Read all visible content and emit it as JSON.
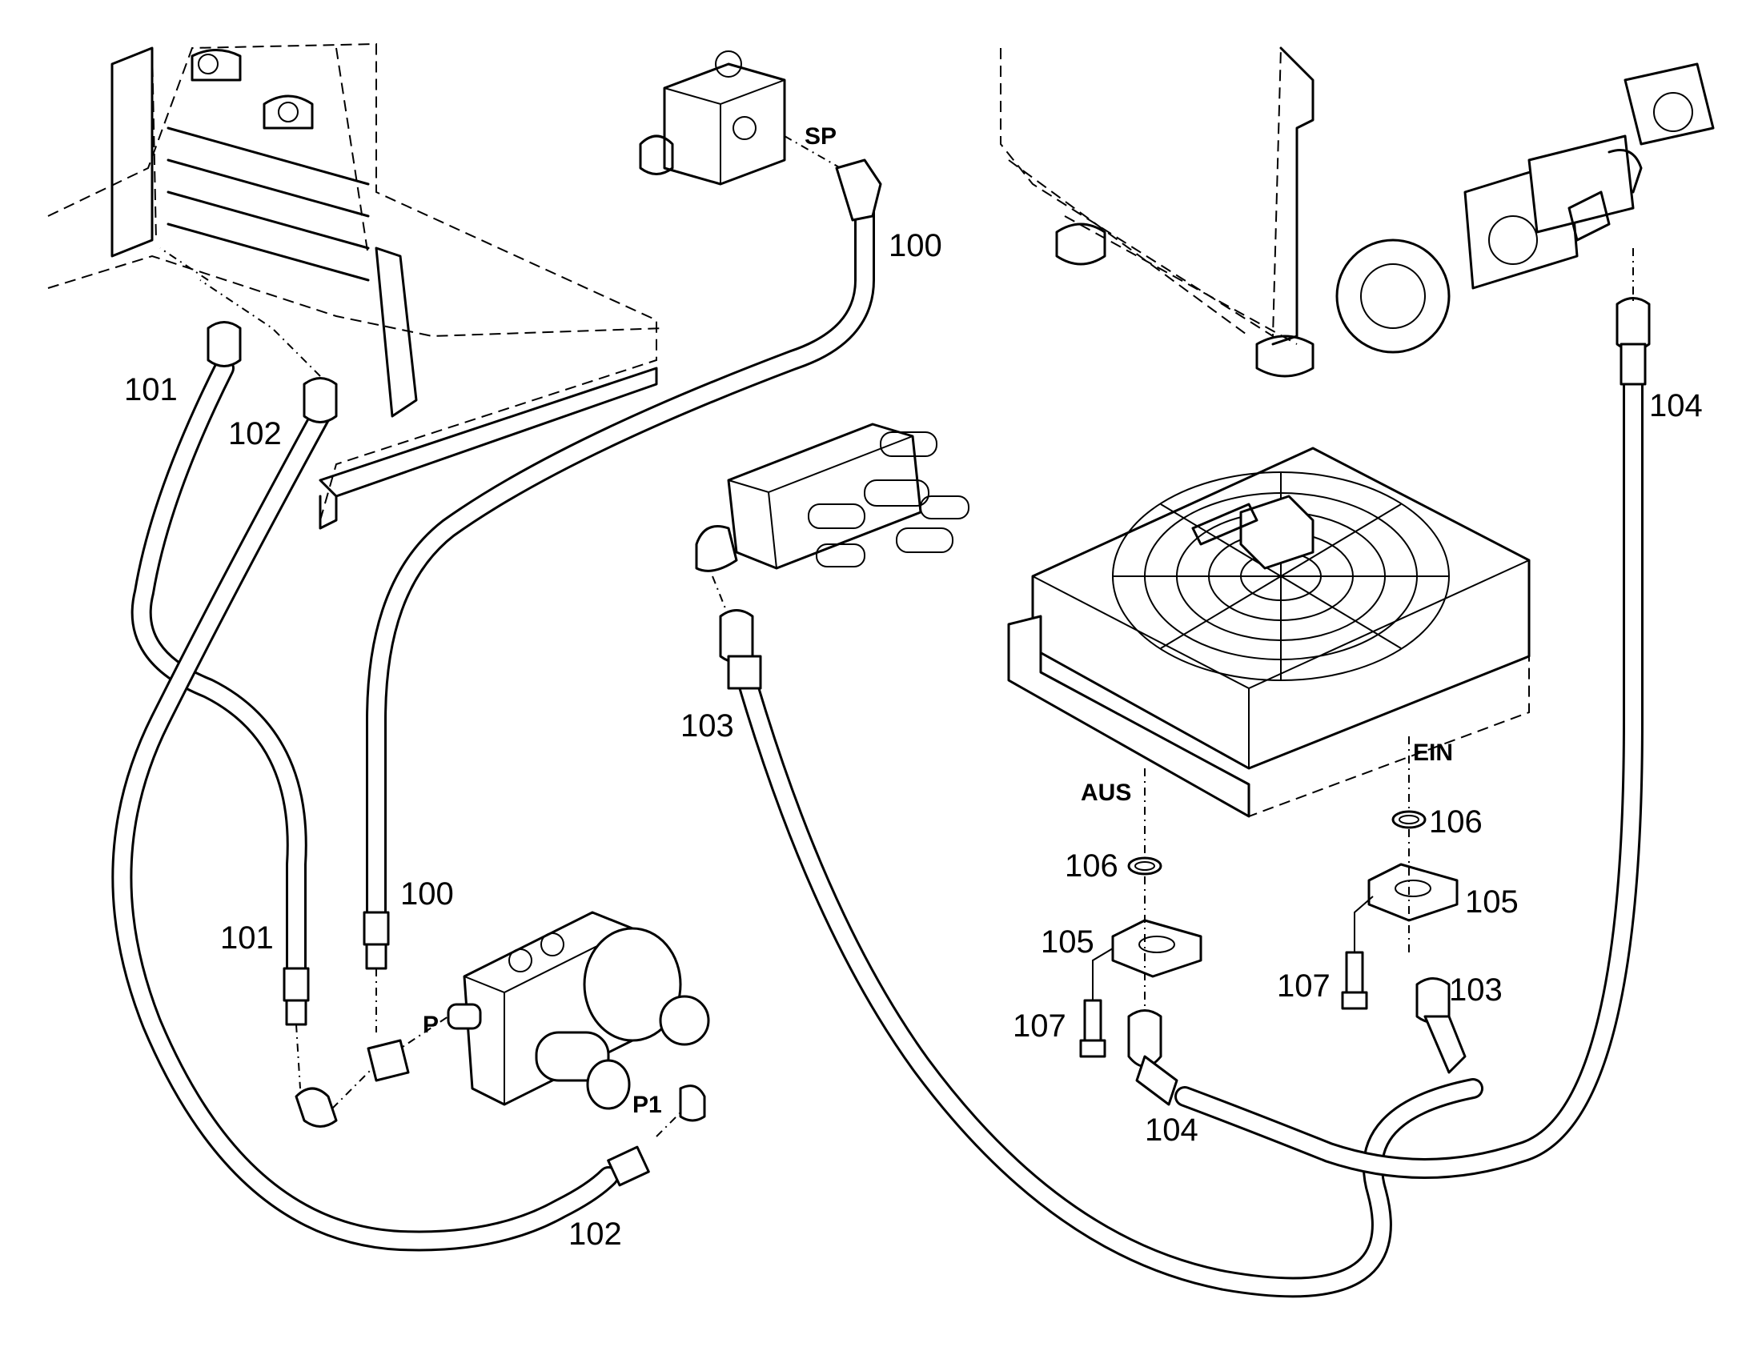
{
  "callouts": [
    {
      "id": "c100a",
      "text": "100"
    },
    {
      "id": "c100b",
      "text": "100"
    },
    {
      "id": "c101a",
      "text": "101"
    },
    {
      "id": "c101b",
      "text": "101"
    },
    {
      "id": "c102a",
      "text": "102"
    },
    {
      "id": "c102b",
      "text": "102"
    },
    {
      "id": "c103a",
      "text": "103"
    },
    {
      "id": "c103b",
      "text": "103"
    },
    {
      "id": "c104a",
      "text": "104"
    },
    {
      "id": "c104b",
      "text": "104"
    },
    {
      "id": "c105a",
      "text": "105"
    },
    {
      "id": "c105b",
      "text": "105"
    },
    {
      "id": "c106a",
      "text": "106"
    },
    {
      "id": "c106b",
      "text": "106"
    },
    {
      "id": "c107a",
      "text": "107"
    },
    {
      "id": "c107b",
      "text": "107"
    }
  ],
  "port_labels": {
    "sp": "SP",
    "p": "P",
    "p1": "P1",
    "aus": "AUS",
    "ein": "EIN"
  }
}
